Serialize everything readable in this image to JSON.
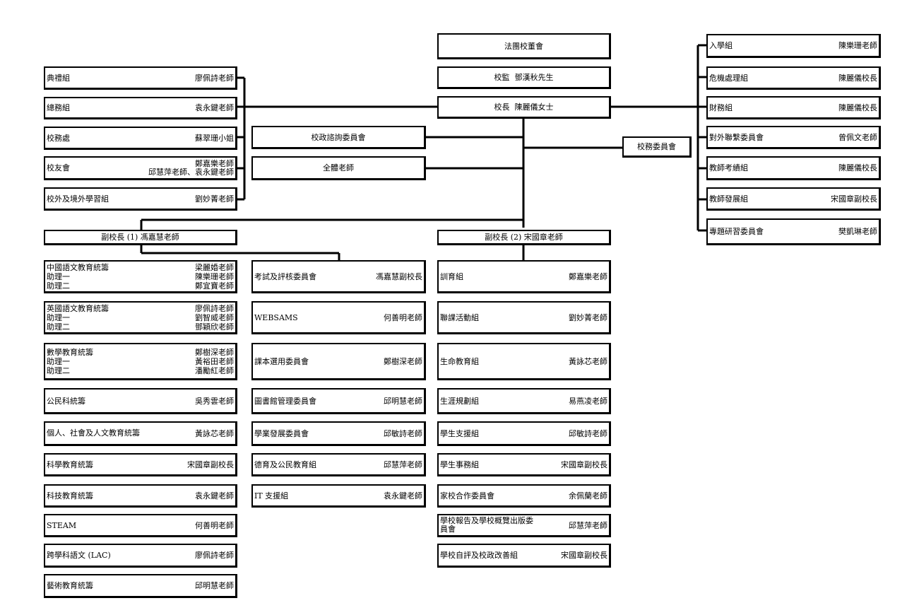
{
  "top": {
    "board": "法團校董會",
    "supervisor": "校監  鄧漢秋先生",
    "principal": "校長  陳麗儀女士",
    "advisory": "校政諮詢委員會",
    "all_teachers": "全體老師",
    "school_affairs_committee": "校務委員會"
  },
  "left_groups": [
    {
      "label": "典禮組",
      "person": "廖佩詩老師"
    },
    {
      "label": "總務組",
      "person": "袁永鍵老師"
    },
    {
      "label": "校務處",
      "person": "蘇翠珊小姐"
    },
    {
      "label": "校友會",
      "person": "鄭嘉樂老師",
      "person2": "邱慧萍老師、袁永鍵老師"
    },
    {
      "label": "校外及境外學習組",
      "person": "劉妙菁老師"
    }
  ],
  "right_groups": [
    {
      "label": "入學組",
      "person": "陳樂珊老師"
    },
    {
      "label": "危機處理組",
      "person": "陳麗儀校長"
    },
    {
      "label": "財務組",
      "person": "陳麗儀校長"
    },
    {
      "label": "對外聯繫委員會",
      "person": "曾佩文老師"
    },
    {
      "label": "教師考績組",
      "person": "陳麗儀校長"
    },
    {
      "label": "教師發展組",
      "person": "宋國章副校長"
    },
    {
      "label": "專題研習委員會",
      "person": "樊凱琳老師"
    }
  ],
  "vp1": "副校長 (1) 馮嘉慧老師",
  "vp2": "副校長 (2) 宋國章老師",
  "col1": [
    {
      "lines": [
        [
          "中國語文教育統籌",
          "梁麗婚老師"
        ],
        [
          "助理一",
          "陳樂珊老師"
        ],
        [
          "助理二",
          "鄭宜寶老師"
        ]
      ]
    },
    {
      "lines": [
        [
          "英國語文教育統籌",
          "廖佩詩老師"
        ],
        [
          "助理一",
          "劉智威老師"
        ],
        [
          "助理二",
          "鄧穎欣老師"
        ]
      ]
    },
    {
      "lines": [
        [
          "數學教育統籌",
          "鄭樹深老師"
        ],
        [
          "助理一",
          "黃裕田老師"
        ],
        [
          "助理二",
          "潘勵紅老師"
        ]
      ]
    },
    {
      "label": "公民科統籌",
      "person": "吳秀雲老師"
    },
    {
      "label": "個人、社會及人文教育統籌",
      "person": "黃詠芯老師"
    },
    {
      "label": "科學教育統籌",
      "person": "宋國章副校長"
    },
    {
      "label": "科技教育統籌",
      "person": "袁永鍵老師"
    },
    {
      "label": "STEAM",
      "person": "何善明老師"
    },
    {
      "label": "跨學科語文 (LAC)",
      "person": "廖佩詩老師"
    },
    {
      "label": "藝術教育統籌",
      "person": "邱明慧老師"
    }
  ],
  "col2": [
    {
      "label": "考試及評核委員會",
      "person": "馮嘉慧副校長"
    },
    {
      "label": "WEBSAMS",
      "person": "何善明老師"
    },
    {
      "label": "課本選用委員會",
      "person": "鄭樹深老師"
    },
    {
      "label": "圖書館管理委員會",
      "person": "邱明慧老師"
    },
    {
      "label": "學業發展委員會",
      "person": "邱敏詩老師"
    },
    {
      "label": "德育及公民教育組",
      "person": "邱慧萍老師"
    },
    {
      "label": "IT 支援組",
      "person": "袁永鍵老師"
    }
  ],
  "col3": [
    {
      "label": "訓育組",
      "person": "鄭嘉樂老師"
    },
    {
      "label": "聯課活動組",
      "person": "劉妙菁老師"
    },
    {
      "label": "生命教育組",
      "person": "黃詠芯老師"
    },
    {
      "label": "生涯規劃組",
      "person": "易燕凌老師"
    },
    {
      "label": "學生支援組",
      "person": "邱敏詩老師"
    },
    {
      "label": "學生事務組",
      "person": "宋國章副校長"
    },
    {
      "label": "家校合作委員會",
      "person": "余佩蘭老師"
    },
    {
      "label": "學校報告及學校概覽出版委員會",
      "person": "邱慧萍老師"
    },
    {
      "label": "學校自評及校政改善組",
      "person": "宋國章副校長"
    }
  ]
}
